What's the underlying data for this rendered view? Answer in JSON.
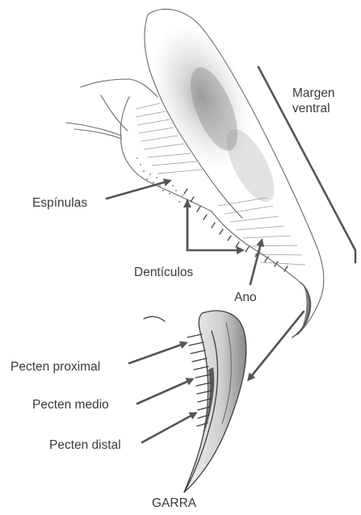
{
  "labels": {
    "margen_ventral_1": "Margen",
    "margen_ventral_2": "ventral",
    "espinulas": "Espínulas",
    "denticulos": "Dentículos",
    "ano": "Ano",
    "pecten_proximal": "Pecten proximal",
    "pecten_medio": "Pecten medio",
    "pecten_distal": "Pecten distal",
    "garra": "GARRA"
  }
}
